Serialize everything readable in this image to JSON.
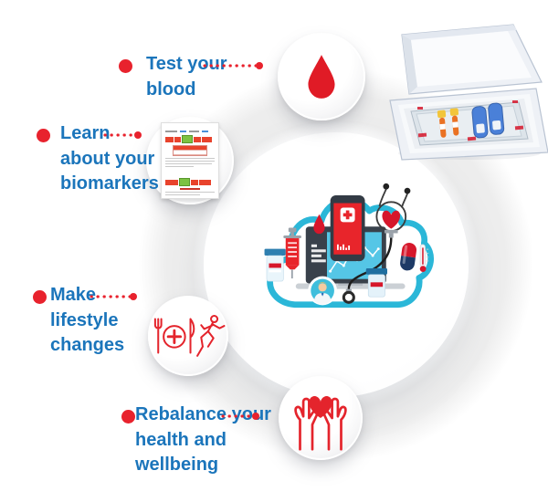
{
  "page": {
    "background": "#ffffff"
  },
  "colors": {
    "accent_blue": "#1B75BB",
    "accent_red": "#E8222D",
    "cloud_cyan": "#2BB7D8",
    "ring_gray": "#EDEDED",
    "marker_green": "#7CC242"
  },
  "steps": [
    {
      "label": "Test your blood",
      "icon": "blood-drop-icon"
    },
    {
      "label": "Learn about your biomarkers",
      "icon": "biomarker-report-icon"
    },
    {
      "label": "Make lifestyle changes",
      "icon": "diet-and-exercise-icon"
    },
    {
      "label": "Rebalance your health and wellbeing",
      "icon": "hands-holding-heart-icon"
    }
  ],
  "center": {
    "illustration": "digital-health-cloud-illustration"
  },
  "photo": {
    "name": "blood-test-kit-photo"
  }
}
